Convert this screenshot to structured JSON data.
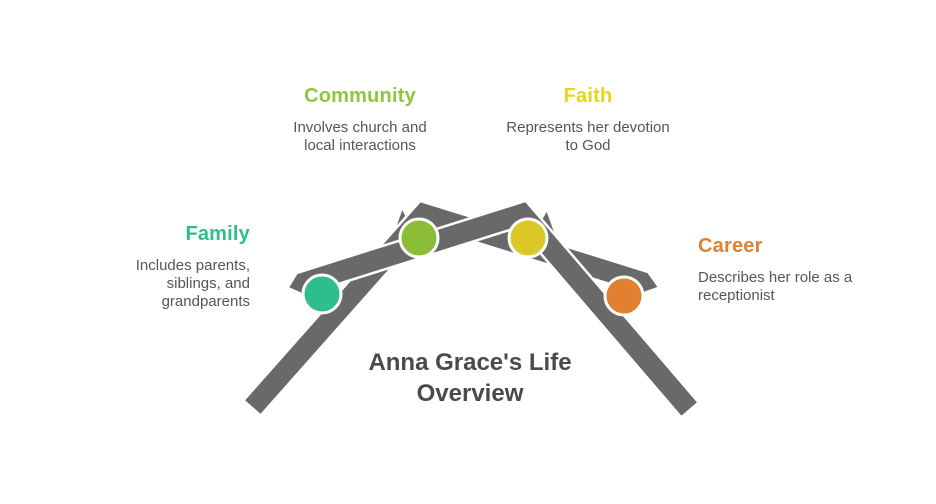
{
  "title": "Anna Grace's Life Overview",
  "colors": {
    "background": "#ffffff",
    "ribbon": "#696969",
    "separator": "#ffffff",
    "description_text": "#55565A",
    "title_text": "#4A4A4D"
  },
  "sections": [
    {
      "id": "family",
      "label": "Family",
      "description": "Includes parents, siblings, and grandparents",
      "label_color": "#2EBE8B",
      "node_color": "#2EBE8B"
    },
    {
      "id": "community",
      "label": "Community",
      "description": "Involves church and local interactions",
      "label_color": "#8DC63F",
      "node_color": "#8CBD38"
    },
    {
      "id": "faith",
      "label": "Faith",
      "description": "Represents her devotion to God",
      "label_color": "#E8D41E",
      "node_color": "#DCC929"
    },
    {
      "id": "career",
      "label": "Career",
      "description": "Describes her role as a receptionist",
      "label_color": "#E0812D",
      "node_color": "#E08030"
    }
  ]
}
